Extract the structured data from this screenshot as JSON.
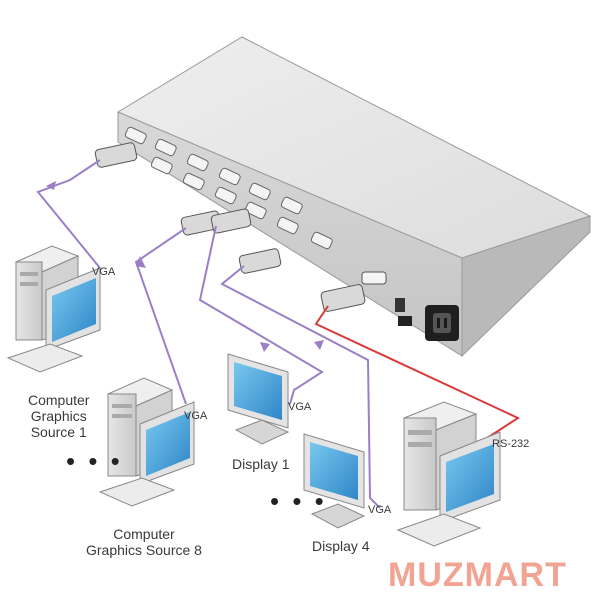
{
  "diagram": {
    "cable_label_vga": "VGA",
    "cable_label_rs232": "RS-232",
    "source_1_label": "Computer\nGraphics\nSource 1",
    "source_8_label": "Computer\nGraphics Source 8",
    "display_1_label": "Display 1",
    "display_4_label": "Display 4",
    "ellipsis": "• • •"
  },
  "watermark": {
    "text": "MUZMART"
  },
  "colors": {
    "vga_cable": "#9b7fc6",
    "rs232_cable": "#d83a3a",
    "chassis": "#dcdcdc",
    "watermark": "#f2a492"
  }
}
